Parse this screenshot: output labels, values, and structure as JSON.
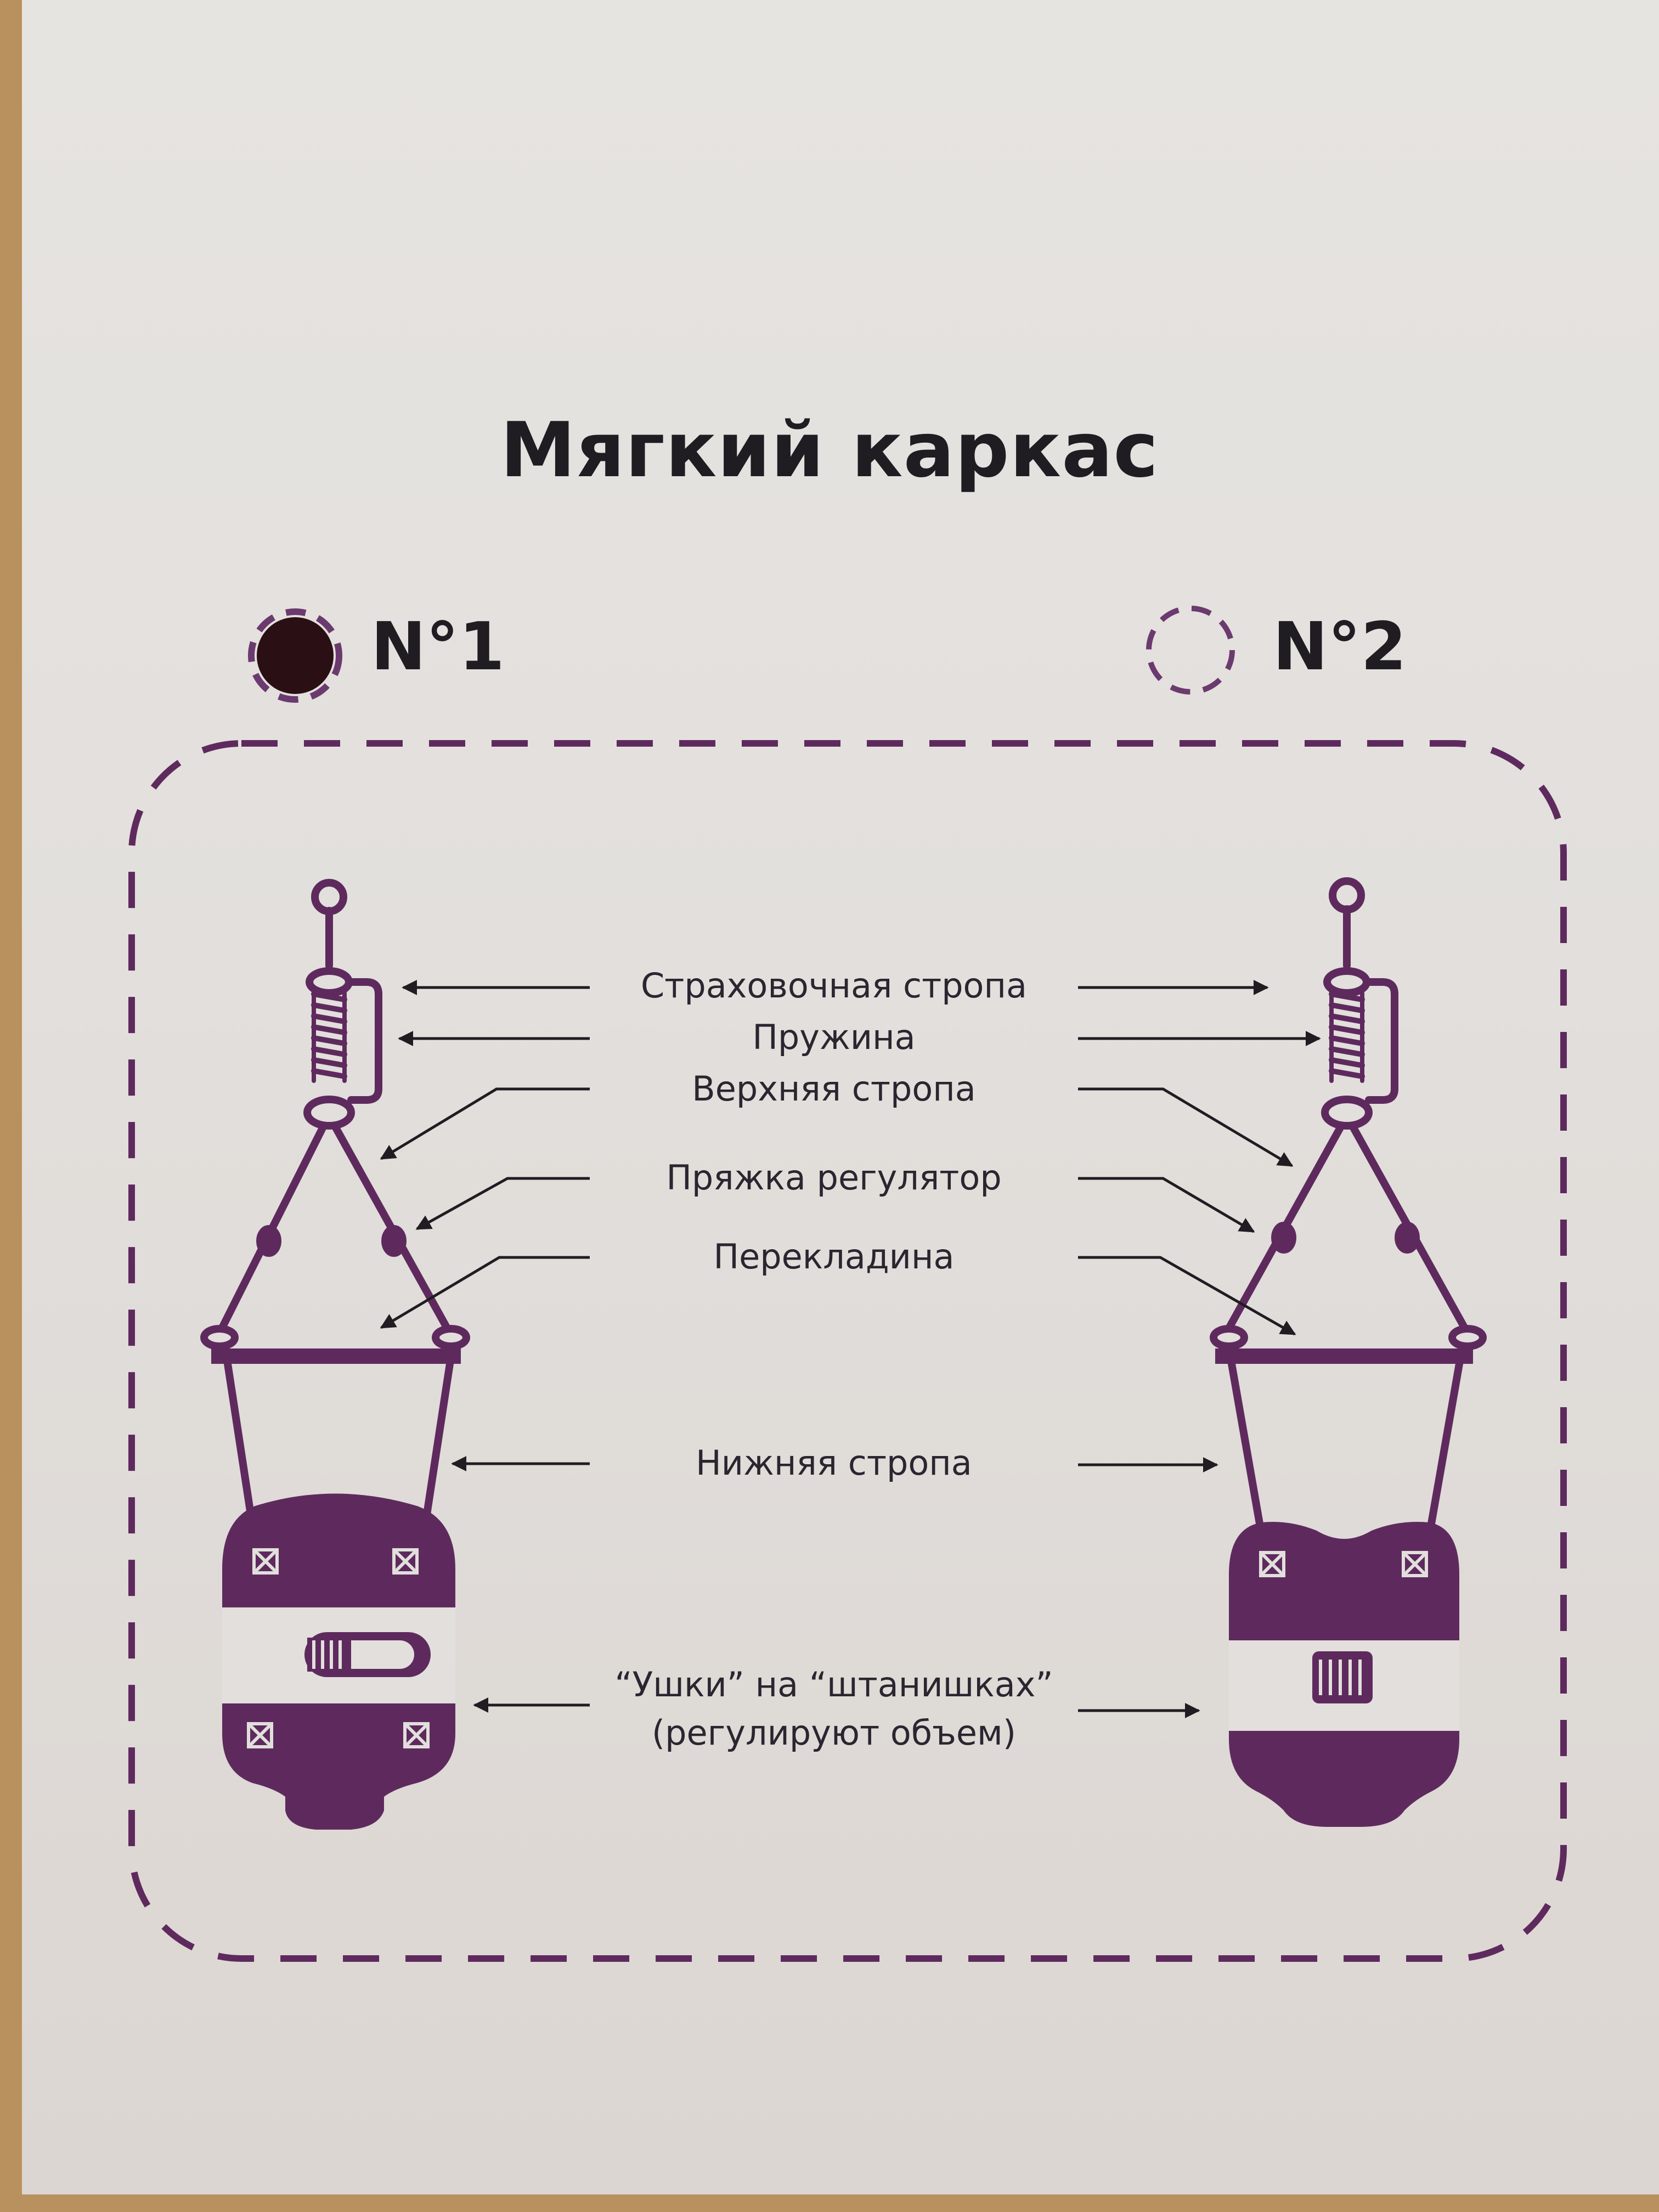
{
  "title": "Мягкий каркас",
  "options": [
    {
      "label": "N°1",
      "selected": true
    },
    {
      "label": "N°2",
      "selected": false
    }
  ],
  "parts": {
    "safety_strap": "Страховочная стропа",
    "spring": "Пружина",
    "upper_strap": "Верхняя стропа",
    "buckle": "Пряжка регулятор",
    "crossbar": "Перекладина",
    "lower_strap": "Нижняя стропа",
    "ears_line1": "“Ушки” на “штанишках”",
    "ears_line2": "(регулируют объем)"
  },
  "colors": {
    "accent": "#5e2a5e",
    "text": "#1f1c22",
    "selected_dot": "#2a0f14"
  }
}
